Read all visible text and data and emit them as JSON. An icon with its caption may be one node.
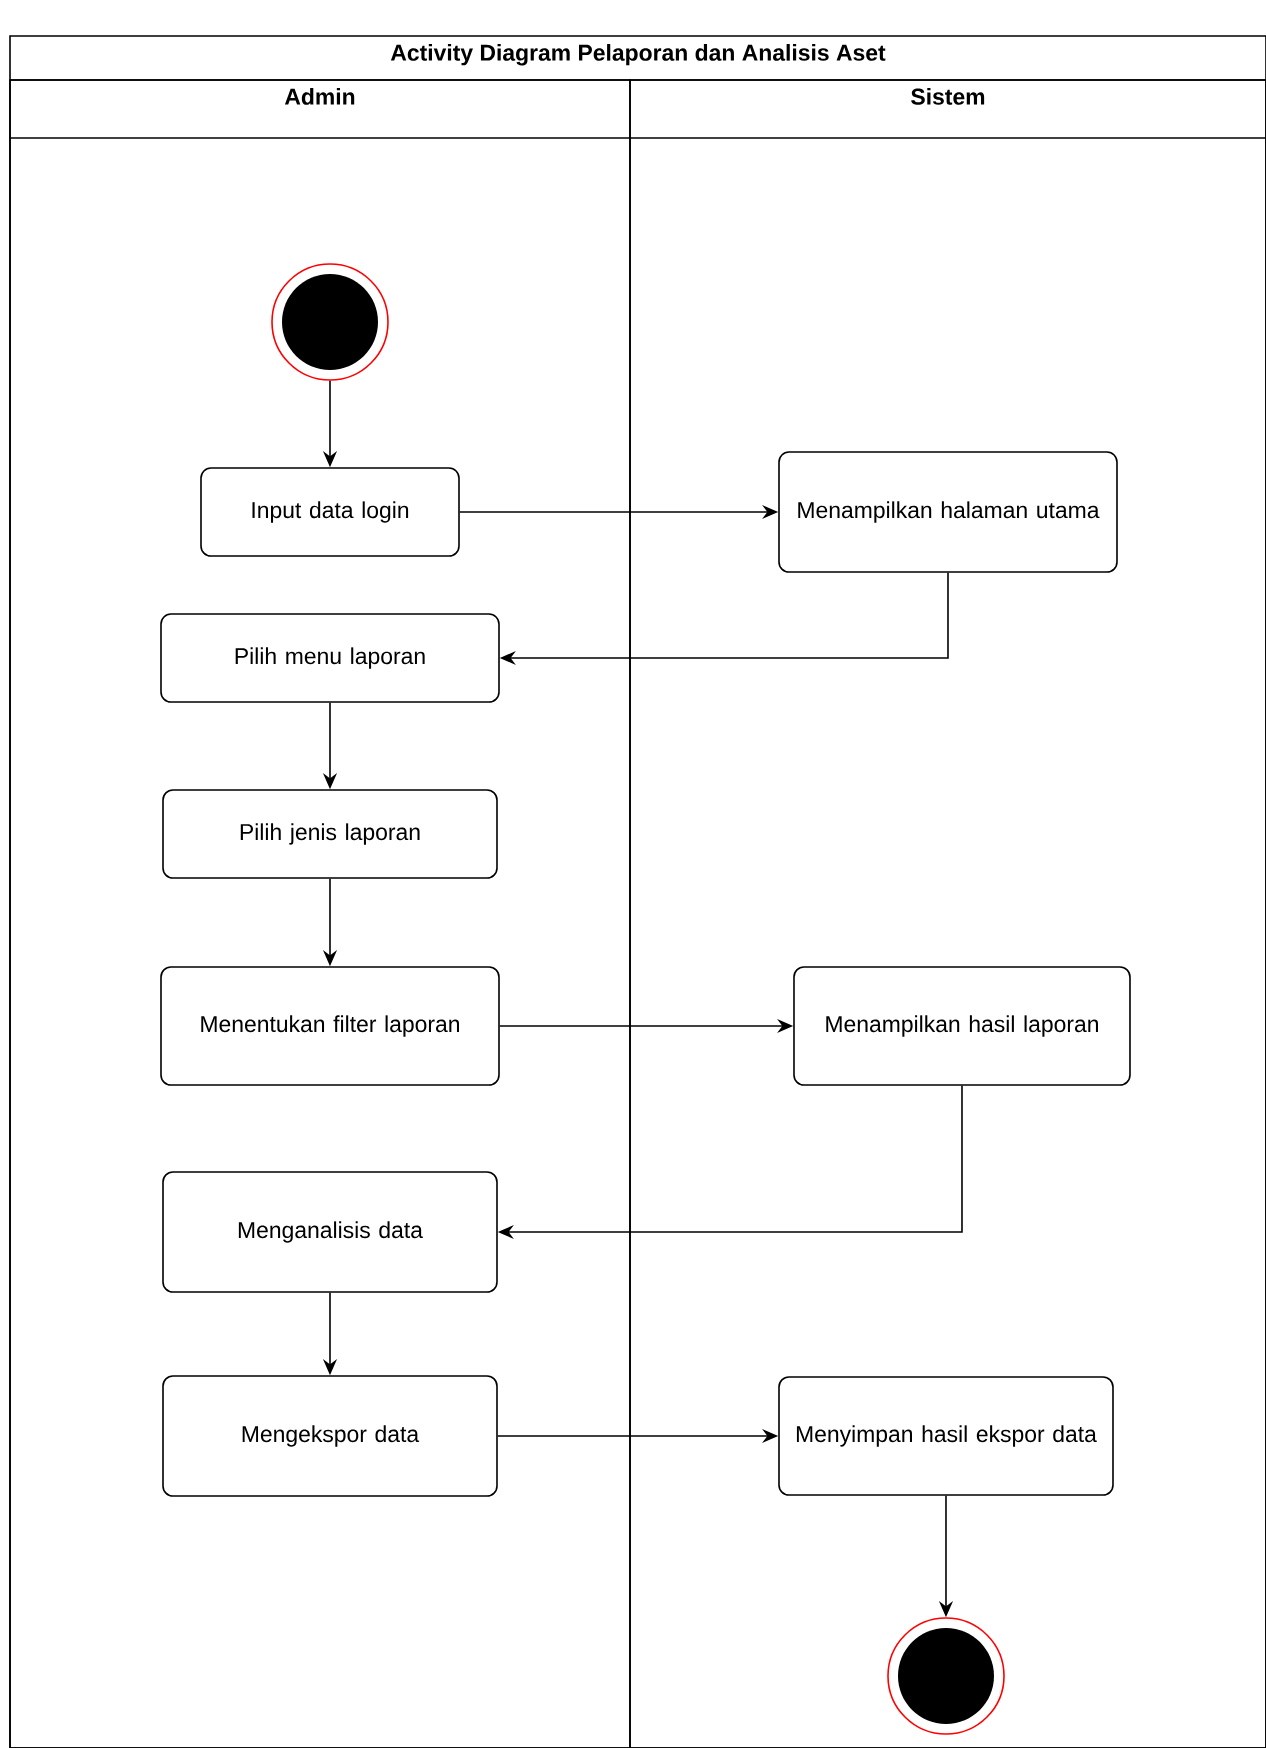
{
  "diagram": {
    "nodes": [
      {
        "text": [
          "Activity Diagram Pelaporan dan Analisis Aset"
        ]
      },
      {
        "text": [
          "Admin"
        ],
        "in": 0
      },
      {
        "text": [
          "Sistem"
        ],
        "in": 0
      },
      {
        "text": [],
        "shape": "circle",
        "in": 1
      },
      {
        "text": [
          "Input data login"
        ],
        "in": 1
      },
      {
        "text": [
          "Menampilkan halaman utama"
        ],
        "in": 2
      },
      {
        "text": [
          "Pilih menu laporan"
        ],
        "in": 1
      },
      {
        "text": [
          "Pilih jenis laporan"
        ],
        "in": 1
      },
      {
        "text": [
          "Menentukan filter laporan"
        ],
        "in": 1
      },
      {
        "text": [
          "Menampilkan hasil laporan"
        ],
        "in": 2
      },
      {
        "text": [
          "Menganalisis data"
        ],
        "in": 1
      },
      {
        "text": [
          "Mengekspor data"
        ],
        "in": 1
      },
      {
        "text": [
          "Menyimpan hasil ekspor data"
        ],
        "in": 2
      },
      {
        "text": [],
        "shape": "circle",
        "in": 2
      }
    ],
    "edges": [
      {
        "from": 3,
        "to": 4,
        "arrow": "to"
      },
      {
        "from": 4,
        "to": 5,
        "arrow": "to"
      },
      {
        "from": 5,
        "to": 6,
        "arrow": "to"
      },
      {
        "from": 6,
        "to": 7,
        "arrow": "to"
      },
      {
        "from": 7,
        "to": 8,
        "arrow": "to"
      },
      {
        "from": 8,
        "to": 9,
        "arrow": "to"
      },
      {
        "from": 9,
        "to": 10,
        "arrow": "to"
      },
      {
        "from": 10,
        "to": 11,
        "arrow": "to"
      },
      {
        "from": 11,
        "to": 12,
        "arrow": "to"
      },
      {
        "from": 12,
        "to": 13,
        "arrow": "to"
      }
    ]
  }
}
